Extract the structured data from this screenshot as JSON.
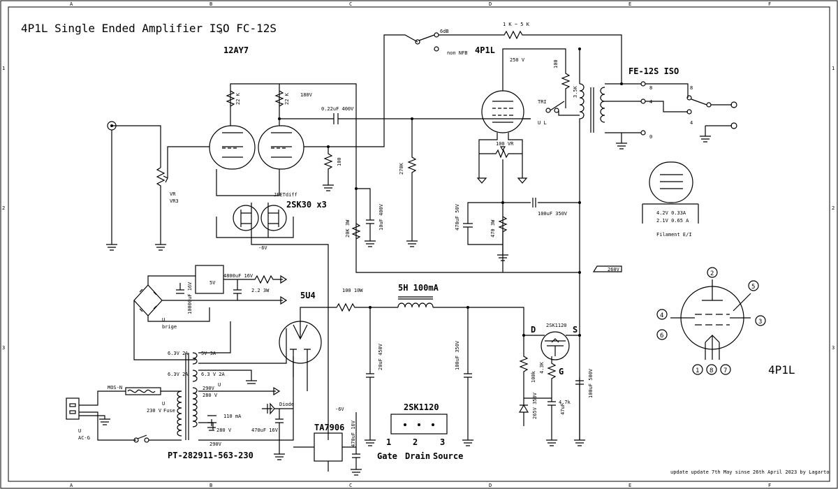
{
  "title": "4P1L Single Ended Amplifier ISO FC-12S",
  "footer": "update update 7th May sinse 26th April 2023 by Lagarto",
  "border": {
    "cols": [
      "A",
      "B",
      "C",
      "D",
      "E",
      "F"
    ],
    "rows": [
      "1",
      "2",
      "3"
    ]
  },
  "labels": {
    "u_title": "U",
    "preamp_tube": "12AY7",
    "output_tube": "4P1L",
    "transformer": "FE-12S ISO",
    "jfet": "2SK30 x3",
    "jfet_diff": "JFETdiff",
    "rectifier": "5U4",
    "choke": "5H 100mA",
    "power_trans": "PT-282911-563-230",
    "regulator": "TA7906",
    "mosfet_pkg": "2SK1120",
    "mosfet_small": "2SK1120",
    "pin_1": "1",
    "pin_2": "2",
    "pin_3": "3",
    "pin_gate": "Gate",
    "pin_drain": "Drain",
    "pin_source": "Source",
    "fet_d": "D",
    "fet_s": "S",
    "fet_g": "G",
    "r_22k_a": "22 K",
    "r_22k_b": "22 K",
    "v_180": "180V",
    "cap_022": "0.22uF 400V",
    "r_100_cath": "100",
    "r_270k": "270K",
    "r_20k": "20K 3W",
    "c_10uf": "10uF  400V",
    "vr": "VR",
    "vr3": "VR3",
    "neg6v_a": "-6V",
    "neg6v_b": "-6V",
    "r_1k5k": "1 K ~ 5 K",
    "fb_6db": "6dB",
    "fb_nonnfb": "non NFB",
    "v_250": "250 V",
    "r_100_g2": "100",
    "tri": "TRI",
    "ul": "U L",
    "r_35k": "3.5K",
    "vr_100": "100 VR",
    "c_470uf": "470uF 50V",
    "r_470": "470 3W",
    "c_100uf350": "100uF 350V",
    "v_260": "260V",
    "tap_8a": "8",
    "tap_4a": "4",
    "tap_0": "0",
    "sw_8": "8",
    "sw_4": "4",
    "fil_1": "4.2V 0.33A",
    "fil_2": "2.1V 0.65 A",
    "fil_cap": "Filament E/I",
    "bridge": "brige",
    "bridge_u": "U",
    "c_10000": "10000uF 16V",
    "reg_5v": "5V",
    "c_4800": "4800uF 16V",
    "r_2_2": "2.2  3W",
    "r_100_10w": "100 10W",
    "c_20uf": "20uF 450V",
    "c_100uf_a": "100uF 350V",
    "sec_6v3_a": "6.3V 2A",
    "sec_5v_3a": "5V 3A",
    "sec_6v3_b": "6.3V 2A",
    "sec_6v3_c": "6.3 V 2A",
    "sec_290_a": "290V",
    "sec_280_a": "280 V",
    "sec_110ma": "110 mA",
    "sec_280_b": "280 V",
    "sec_290_b": "290V",
    "sec_u": "U",
    "mos_n": "MOS-N",
    "v_230": "230 V",
    "fuse": "Fuse",
    "fuse_u": "U",
    "ac_u": "U",
    "ac_g": "AC-G",
    "diode": "Diode",
    "c_470uf16": "470uF 16V",
    "c_470uf16b": "470uF 16V",
    "r_100k": "100k",
    "r_4_3k": "4.3K",
    "r_4_7k": "4.7k",
    "c_47uf": "47uF",
    "zener": "265V 350V",
    "c_100uf500": "100uF  500V",
    "pin_tube_2": "2",
    "pin_tube_5": "5",
    "pin_tube_4": "4",
    "pin_tube_3": "3",
    "pin_tube_6": "6",
    "pin_tube_1": "1",
    "pin_tube_8": "8",
    "pin_tube_7": "7",
    "pinout_name": "4P1L"
  }
}
